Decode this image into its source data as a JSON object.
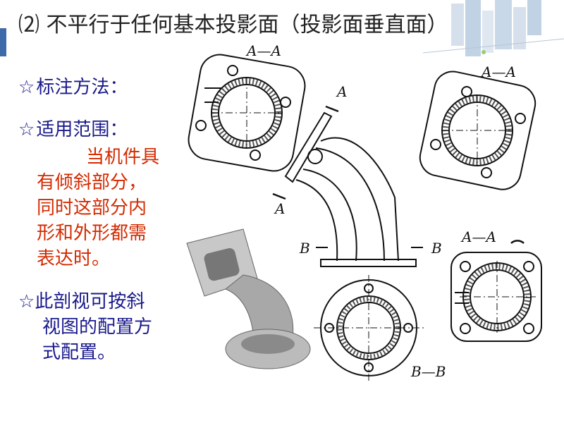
{
  "slide": {
    "title": "⑵ 不平行于任何基本投影面（投影面垂直面）",
    "bullets": [
      {
        "star": "☆",
        "text": "标注方法："
      },
      {
        "star": "☆",
        "text": "适用范围："
      }
    ],
    "red_lines": [
      "当机件具",
      "有倾斜部分，",
      "同时这部分内",
      "形和外形都需",
      "表达时。"
    ],
    "blue_star": "☆",
    "blue_lines": [
      "此剖视可按斜",
      "视图的配置方",
      "式配置。"
    ]
  },
  "figure_labels": {
    "top_left": "A—A",
    "top_right": "A—A",
    "arrow_top": "A",
    "arrow_bottom": "A",
    "bottom_right": "A—A",
    "section_left": "B",
    "section_right": "B",
    "section_bottom": "B—B"
  },
  "colors": {
    "title": "#222222",
    "blue": "#1a1a8c",
    "red": "#d42a00",
    "accent": "#3d6aa8"
  }
}
